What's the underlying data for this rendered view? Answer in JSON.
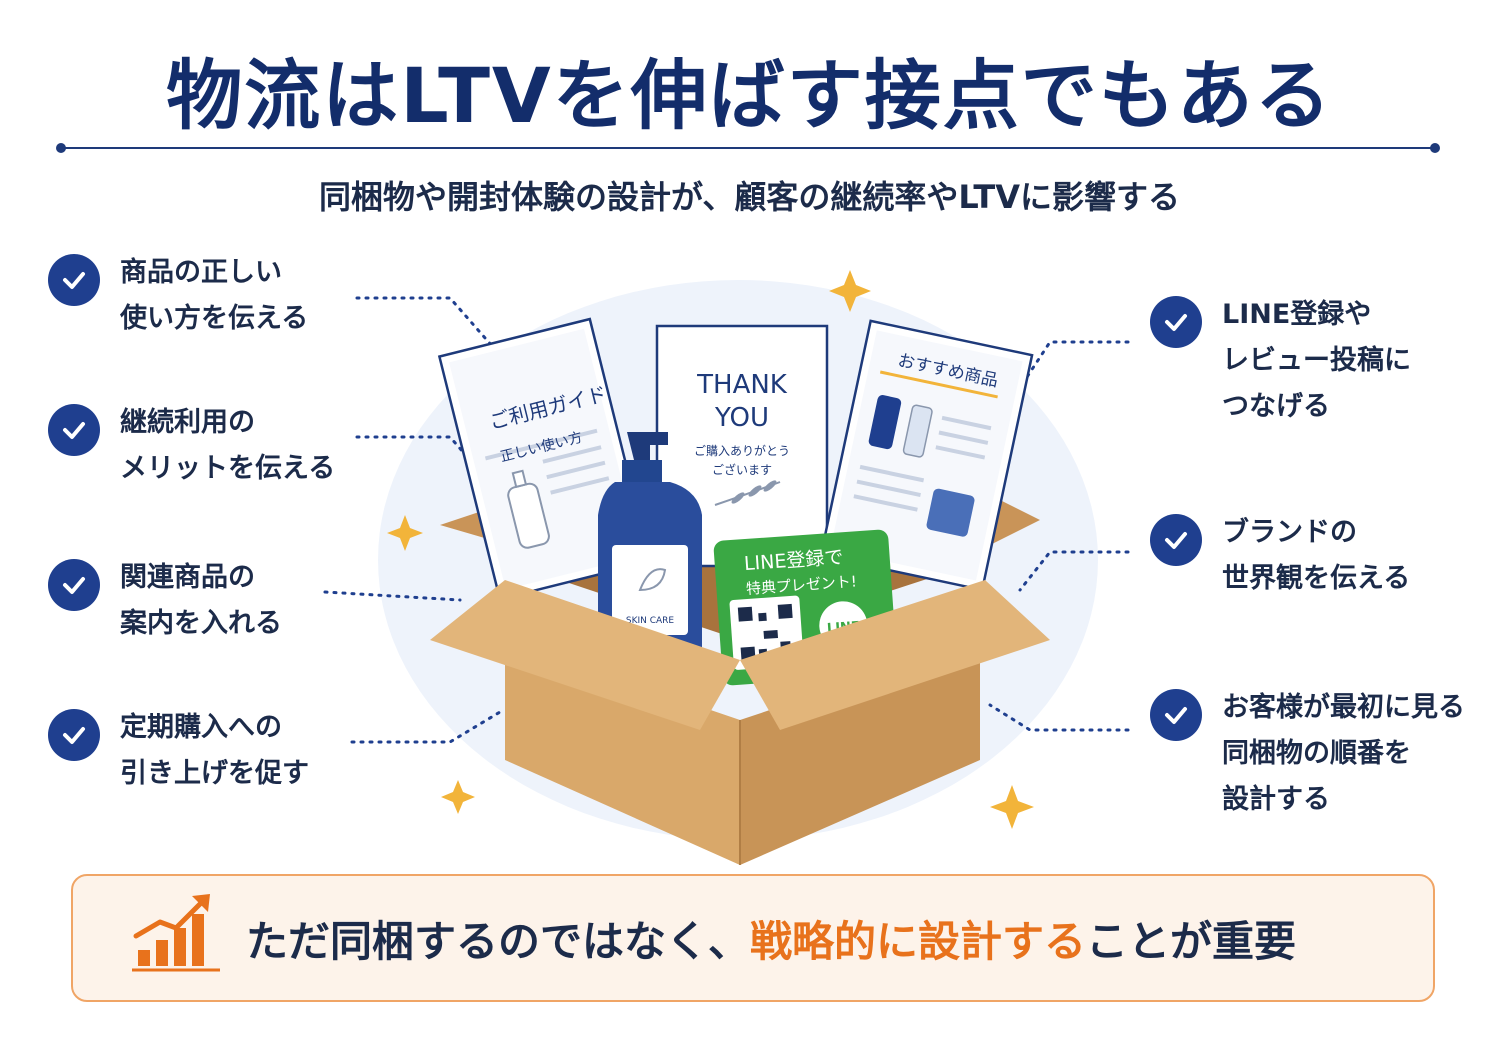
{
  "title": "物流はLTVを伸ばす接点でもある",
  "subtitle": "同梱物や開封体験の設計が、顧客の継続率やLTVに影響する",
  "left_points": [
    {
      "text": "商品の正しい\n使い方を伝える"
    },
    {
      "text": "継続利用の\nメリットを伝える"
    },
    {
      "text": "関連商品の\n案内を入れる"
    },
    {
      "text": "定期購入への\n引き上げを促す"
    }
  ],
  "right_points": [
    {
      "text": "LINE登録や\nレビュー投稿に\nつなげる"
    },
    {
      "text": "ブランドの\n世界観を伝える"
    },
    {
      "text": "お客様が最初に見る\n同梱物の順番を\n設計する"
    }
  ],
  "illustration": {
    "guide_title": "ご利用ガイド",
    "guide_sub": "正しい使い方",
    "thank_line1": "THANK",
    "thank_line2": "YOU",
    "thank_sub1": "ご購入ありがとう",
    "thank_sub2": "ございます",
    "rec_title": "おすすめ商品",
    "bottle_label": "SKIN CARE",
    "line_card_line1": "LINE登録で",
    "line_card_line2": "特典プレゼント!",
    "line_logo": "LINE"
  },
  "bottom": {
    "part1": "ただ同梱するのではなく、",
    "highlight": "戦略的に設計する",
    "part2": "ことが重要"
  },
  "colors": {
    "navy": "#132d6b",
    "check": "#1f3f8f",
    "accent_orange": "#e8721c",
    "line_green": "#3aa844",
    "box_brown": "#d9a86a"
  }
}
